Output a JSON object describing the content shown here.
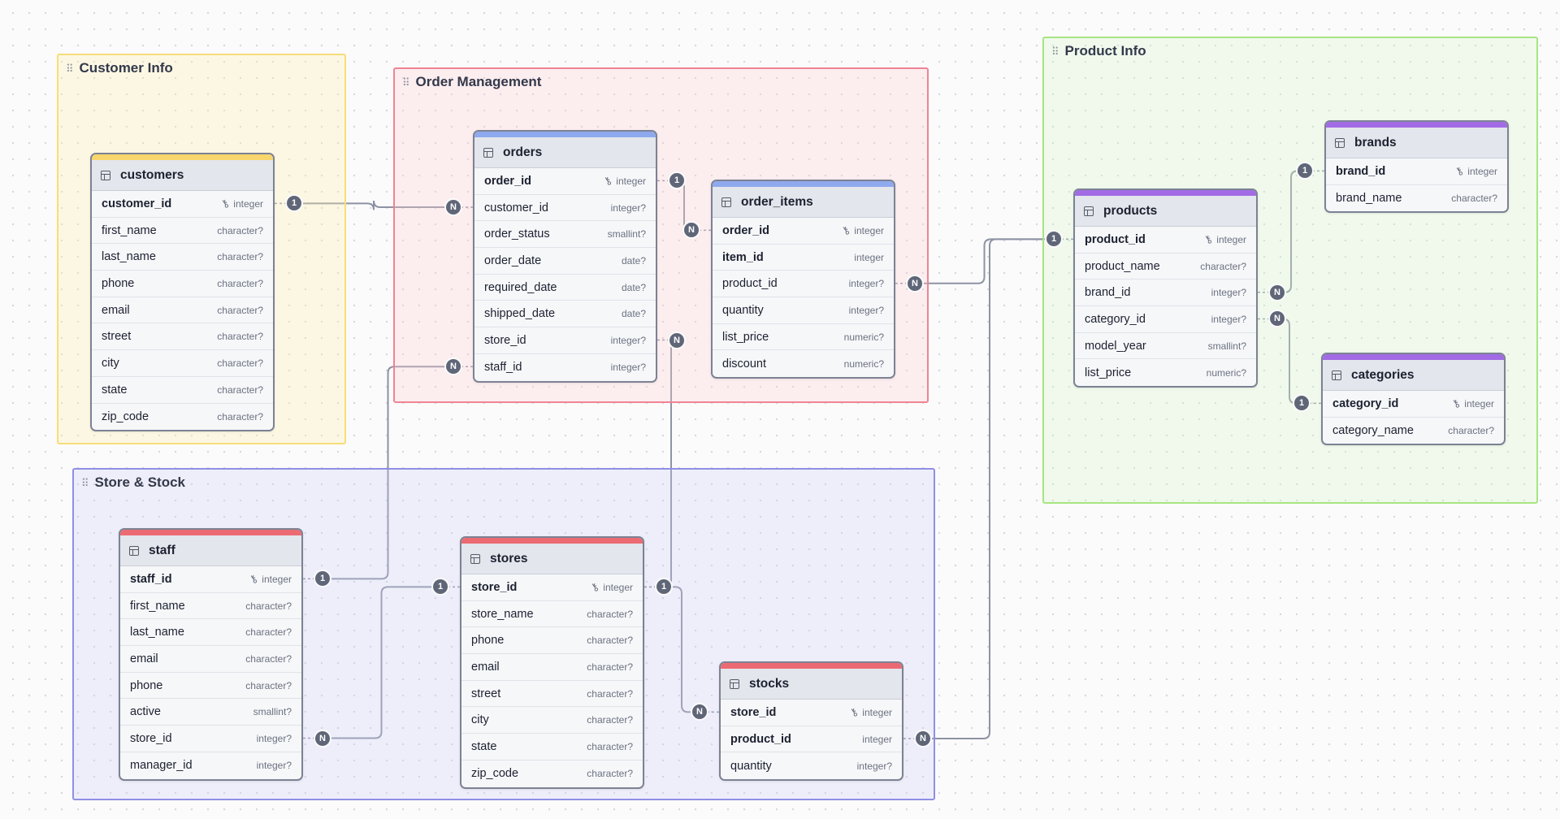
{
  "areas": [
    {
      "id": "customer",
      "title": "Customer Info"
    },
    {
      "id": "order",
      "title": "Order Management"
    },
    {
      "id": "store",
      "title": "Store & Stock"
    },
    {
      "id": "product",
      "title": "Product Info"
    }
  ],
  "colors": {
    "customer_band": "#f8d66d",
    "order_band": "#8fa9ee",
    "store_band": "#ec6a72",
    "product_band": "#a26be5",
    "edge": "#8d93a3",
    "badge": "#5f6677"
  },
  "tables": {
    "customers": {
      "name": "customers",
      "columns": [
        {
          "name": "customer_id",
          "type": "integer",
          "pk": true
        },
        {
          "name": "first_name",
          "type": "character?"
        },
        {
          "name": "last_name",
          "type": "character?"
        },
        {
          "name": "phone",
          "type": "character?"
        },
        {
          "name": "email",
          "type": "character?"
        },
        {
          "name": "street",
          "type": "character?"
        },
        {
          "name": "city",
          "type": "character?"
        },
        {
          "name": "state",
          "type": "character?"
        },
        {
          "name": "zip_code",
          "type": "character?"
        }
      ]
    },
    "orders": {
      "name": "orders",
      "columns": [
        {
          "name": "order_id",
          "type": "integer",
          "pk": true
        },
        {
          "name": "customer_id",
          "type": "integer?"
        },
        {
          "name": "order_status",
          "type": "smallint?"
        },
        {
          "name": "order_date",
          "type": "date?"
        },
        {
          "name": "required_date",
          "type": "date?"
        },
        {
          "name": "shipped_date",
          "type": "date?"
        },
        {
          "name": "store_id",
          "type": "integer?"
        },
        {
          "name": "staff_id",
          "type": "integer?"
        }
      ]
    },
    "order_items": {
      "name": "order_items",
      "columns": [
        {
          "name": "order_id",
          "type": "integer",
          "pk": true
        },
        {
          "name": "item_id",
          "type": "integer",
          "bold": true
        },
        {
          "name": "product_id",
          "type": "integer?"
        },
        {
          "name": "quantity",
          "type": "integer?"
        },
        {
          "name": "list_price",
          "type": "numeric?"
        },
        {
          "name": "discount",
          "type": "numeric?"
        }
      ]
    },
    "staff": {
      "name": "staff",
      "columns": [
        {
          "name": "staff_id",
          "type": "integer",
          "pk": true
        },
        {
          "name": "first_name",
          "type": "character?"
        },
        {
          "name": "last_name",
          "type": "character?"
        },
        {
          "name": "email",
          "type": "character?"
        },
        {
          "name": "phone",
          "type": "character?"
        },
        {
          "name": "active",
          "type": "smallint?"
        },
        {
          "name": "store_id",
          "type": "integer?"
        },
        {
          "name": "manager_id",
          "type": "integer?"
        }
      ]
    },
    "stores": {
      "name": "stores",
      "columns": [
        {
          "name": "store_id",
          "type": "integer",
          "pk": true
        },
        {
          "name": "store_name",
          "type": "character?"
        },
        {
          "name": "phone",
          "type": "character?"
        },
        {
          "name": "email",
          "type": "character?"
        },
        {
          "name": "street",
          "type": "character?"
        },
        {
          "name": "city",
          "type": "character?"
        },
        {
          "name": "state",
          "type": "character?"
        },
        {
          "name": "zip_code",
          "type": "character?"
        }
      ]
    },
    "stocks": {
      "name": "stocks",
      "columns": [
        {
          "name": "store_id",
          "type": "integer",
          "pk": true
        },
        {
          "name": "product_id",
          "type": "integer",
          "bold": true
        },
        {
          "name": "quantity",
          "type": "integer?"
        }
      ]
    },
    "products": {
      "name": "products",
      "columns": [
        {
          "name": "product_id",
          "type": "integer",
          "pk": true
        },
        {
          "name": "product_name",
          "type": "character?"
        },
        {
          "name": "brand_id",
          "type": "integer?"
        },
        {
          "name": "category_id",
          "type": "integer?"
        },
        {
          "name": "model_year",
          "type": "smallint?"
        },
        {
          "name": "list_price",
          "type": "numeric?"
        }
      ]
    },
    "brands": {
      "name": "brands",
      "columns": [
        {
          "name": "brand_id",
          "type": "integer",
          "pk": true
        },
        {
          "name": "brand_name",
          "type": "character?"
        }
      ]
    },
    "categories": {
      "name": "categories",
      "columns": [
        {
          "name": "category_id",
          "type": "integer",
          "pk": true
        },
        {
          "name": "category_name",
          "type": "character?"
        }
      ]
    }
  },
  "relations": [
    {
      "from": "customers.customer_id",
      "from_card": "1",
      "to": "orders.customer_id",
      "to_card": "N"
    },
    {
      "from": "orders.order_id",
      "from_card": "1",
      "to": "order_items.order_id",
      "to_card": "N"
    },
    {
      "from": "staff.staff_id",
      "from_card": "1",
      "to": "orders.staff_id",
      "to_card": "N"
    },
    {
      "from": "stores.store_id",
      "from_card": "1",
      "to": "orders.store_id",
      "to_card": "N"
    },
    {
      "from": "stores.store_id",
      "from_card": "1",
      "to": "staff.store_id",
      "to_card": "N"
    },
    {
      "from": "stores.store_id",
      "from_card": "1",
      "to": "stocks.store_id",
      "to_card": "N"
    },
    {
      "from": "products.product_id",
      "from_card": "1",
      "to": "order_items.product_id",
      "to_card": "N"
    },
    {
      "from": "products.product_id",
      "from_card": "1",
      "to": "stocks.product_id",
      "to_card": "N"
    },
    {
      "from": "brands.brand_id",
      "from_card": "1",
      "to": "products.brand_id",
      "to_card": "N"
    },
    {
      "from": "categories.category_id",
      "from_card": "1",
      "to": "products.category_id",
      "to_card": "N"
    }
  ]
}
